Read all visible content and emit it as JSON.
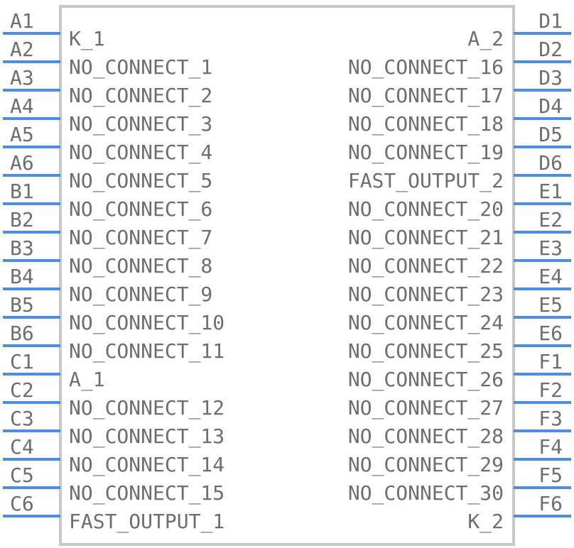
{
  "colors": {
    "body_border": "#c8c8c8",
    "pin_line": "#4a90e2",
    "text": "#6e6e6e",
    "background": "#ffffff"
  },
  "left_pins": [
    {
      "pin": "A1",
      "signal": "K_1"
    },
    {
      "pin": "A2",
      "signal": "NO_CONNECT_1"
    },
    {
      "pin": "A3",
      "signal": "NO_CONNECT_2"
    },
    {
      "pin": "A4",
      "signal": "NO_CONNECT_3"
    },
    {
      "pin": "A5",
      "signal": "NO_CONNECT_4"
    },
    {
      "pin": "A6",
      "signal": "NO_CONNECT_5"
    },
    {
      "pin": "B1",
      "signal": "NO_CONNECT_6"
    },
    {
      "pin": "B2",
      "signal": "NO_CONNECT_7"
    },
    {
      "pin": "B3",
      "signal": "NO_CONNECT_8"
    },
    {
      "pin": "B4",
      "signal": "NO_CONNECT_9"
    },
    {
      "pin": "B5",
      "signal": "NO_CONNECT_10"
    },
    {
      "pin": "B6",
      "signal": "NO_CONNECT_11"
    },
    {
      "pin": "C1",
      "signal": "A_1"
    },
    {
      "pin": "C2",
      "signal": "NO_CONNECT_12"
    },
    {
      "pin": "C3",
      "signal": "NO_CONNECT_13"
    },
    {
      "pin": "C4",
      "signal": "NO_CONNECT_14"
    },
    {
      "pin": "C5",
      "signal": "NO_CONNECT_15"
    },
    {
      "pin": "C6",
      "signal": "FAST_OUTPUT_1"
    }
  ],
  "right_pins": [
    {
      "pin": "D1",
      "signal": "A_2"
    },
    {
      "pin": "D2",
      "signal": "NO_CONNECT_16"
    },
    {
      "pin": "D3",
      "signal": "NO_CONNECT_17"
    },
    {
      "pin": "D4",
      "signal": "NO_CONNECT_18"
    },
    {
      "pin": "D5",
      "signal": "NO_CONNECT_19"
    },
    {
      "pin": "D6",
      "signal": "FAST_OUTPUT_2"
    },
    {
      "pin": "E1",
      "signal": "NO_CONNECT_20"
    },
    {
      "pin": "E2",
      "signal": "NO_CONNECT_21"
    },
    {
      "pin": "E3",
      "signal": "NO_CONNECT_22"
    },
    {
      "pin": "E4",
      "signal": "NO_CONNECT_23"
    },
    {
      "pin": "E5",
      "signal": "NO_CONNECT_24"
    },
    {
      "pin": "E6",
      "signal": "NO_CONNECT_25"
    },
    {
      "pin": "F1",
      "signal": "NO_CONNECT_26"
    },
    {
      "pin": "F2",
      "signal": "NO_CONNECT_27"
    },
    {
      "pin": "F3",
      "signal": "NO_CONNECT_28"
    },
    {
      "pin": "F4",
      "signal": "NO_CONNECT_29"
    },
    {
      "pin": "F5",
      "signal": "NO_CONNECT_30"
    },
    {
      "pin": "F6",
      "signal": "K_2"
    }
  ]
}
